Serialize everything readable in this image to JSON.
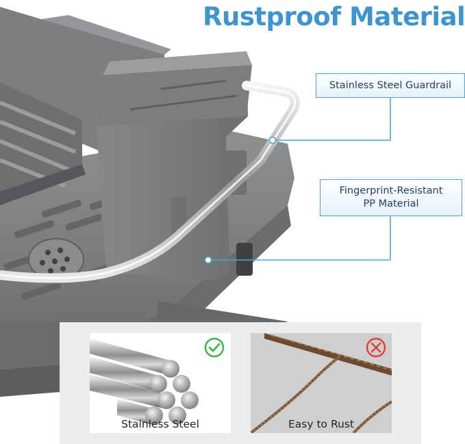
{
  "headline": "Rustproof Material",
  "callouts": {
    "guardrail": "Stainless Steel Guardrail",
    "pp_line1": "Fingerprint-Resistant",
    "pp_line2": "PP Material"
  },
  "comparison": {
    "good_label": "Stainless Steel",
    "bad_label": "Easy to Rust",
    "good_icon": "check-circle-icon",
    "bad_icon": "x-circle-icon"
  },
  "colors": {
    "accent": "#3d95cf",
    "callout_border": "#4aa3d8",
    "product_gray": "#7a7c7e",
    "good": "#3db54a",
    "bad": "#e0403a"
  }
}
